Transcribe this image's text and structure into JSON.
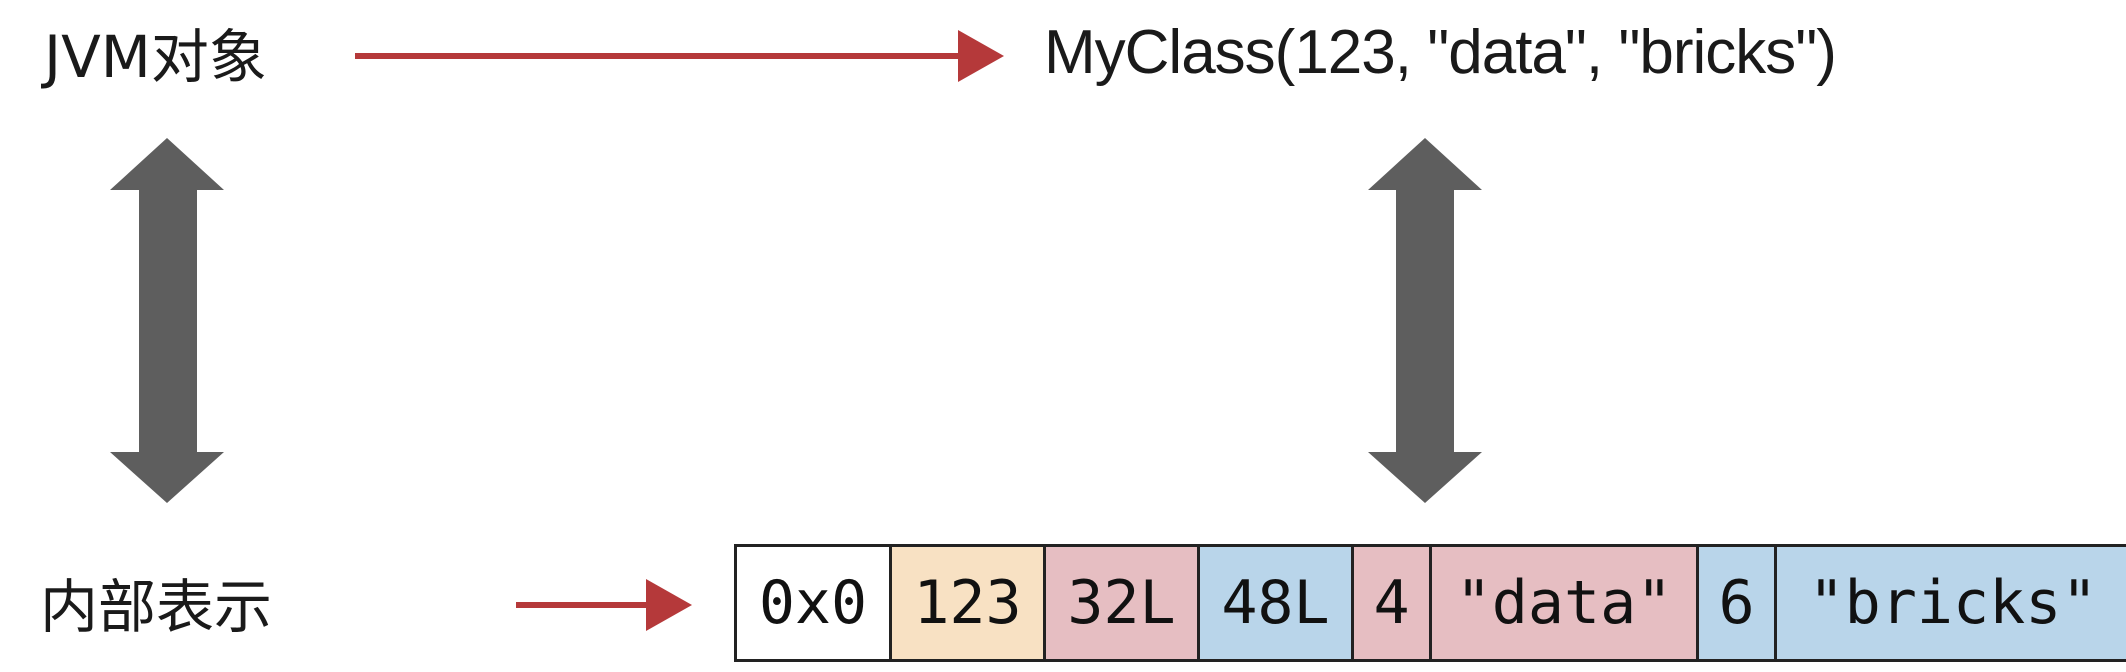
{
  "labels": {
    "jvm_object": "JVM对象",
    "internal_representation": "内部表示",
    "constructor": "MyClass(123, \"data\", \"bricks\")"
  },
  "binary_cells": [
    {
      "text": "0x0",
      "color": "#ffffff"
    },
    {
      "text": "123",
      "color": "#f8e1c3"
    },
    {
      "text": "32L",
      "color": "#e6bec2"
    },
    {
      "text": "48L",
      "color": "#b9d5ea"
    },
    {
      "text": "4",
      "color": "#e6bec2"
    },
    {
      "text": "\"data\"",
      "color": "#e6bec2"
    },
    {
      "text": "6",
      "color": "#b9d5ea"
    },
    {
      "text": "\"bricks\"",
      "color": "#b9d5ea"
    }
  ],
  "colors": {
    "red_arrow": "#b5393a",
    "gray_arrow": "#5e5e5e"
  }
}
